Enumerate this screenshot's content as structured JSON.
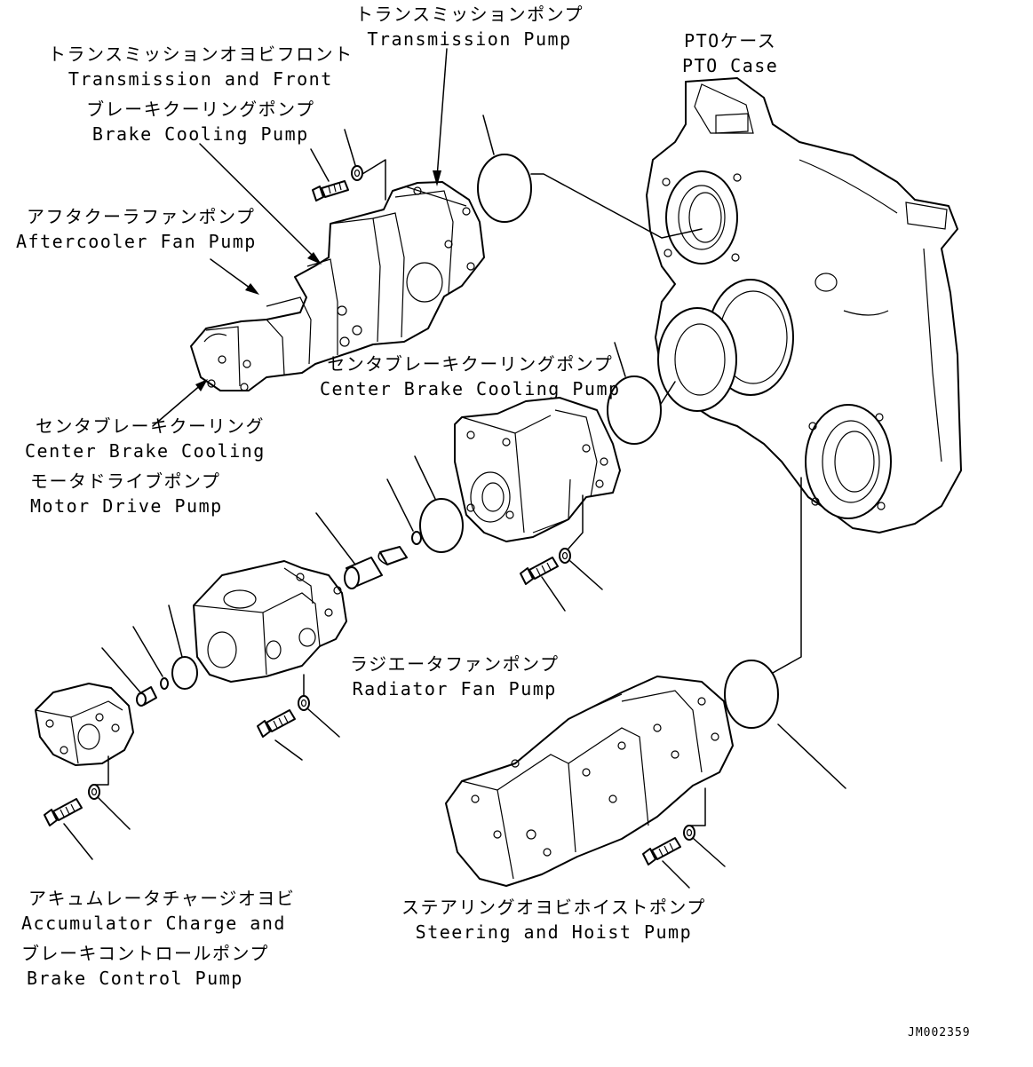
{
  "labels": {
    "transmission_pump": {
      "jp": "トランスミッションポンプ",
      "en": "Transmission Pump"
    },
    "pto_case": {
      "jp": "PTOケース",
      "en": "PTO Case"
    },
    "transmission_front_brake": {
      "jp1": "トランスミッションオヨビフロント",
      "en1": "Transmission and Front",
      "jp2": "ブレーキクーリングポンプ",
      "en2": "Brake Cooling Pump"
    },
    "aftercooler_fan_pump": {
      "jp": "アフタクーラファンポンプ",
      "en": "Aftercooler Fan Pump"
    },
    "center_brake_cooling_pump": {
      "jp": "センタブレーキクーリングポンプ",
      "en": "Center Brake Cooling Pump"
    },
    "center_brake_cooling_motor": {
      "jp1": "センタブレーキクーリング",
      "en1": "Center Brake Cooling",
      "jp2": "モータドライブポンプ",
      "en2": "Motor Drive Pump"
    },
    "radiator_fan_pump": {
      "jp": "ラジエータファンポンプ",
      "en": "Radiator Fan Pump"
    },
    "accumulator_brake_control": {
      "jp1": "アキュムレータチャージオヨビ",
      "en1": "Accumulator Charge and",
      "jp2": "ブレーキコントロールポンプ",
      "en2": "Brake Control Pump"
    },
    "steering_hoist_pump": {
      "jp": "ステアリングオヨビホイストポンプ",
      "en": "Steering and Hoist Pump"
    }
  },
  "drawing_id": "JM002359"
}
